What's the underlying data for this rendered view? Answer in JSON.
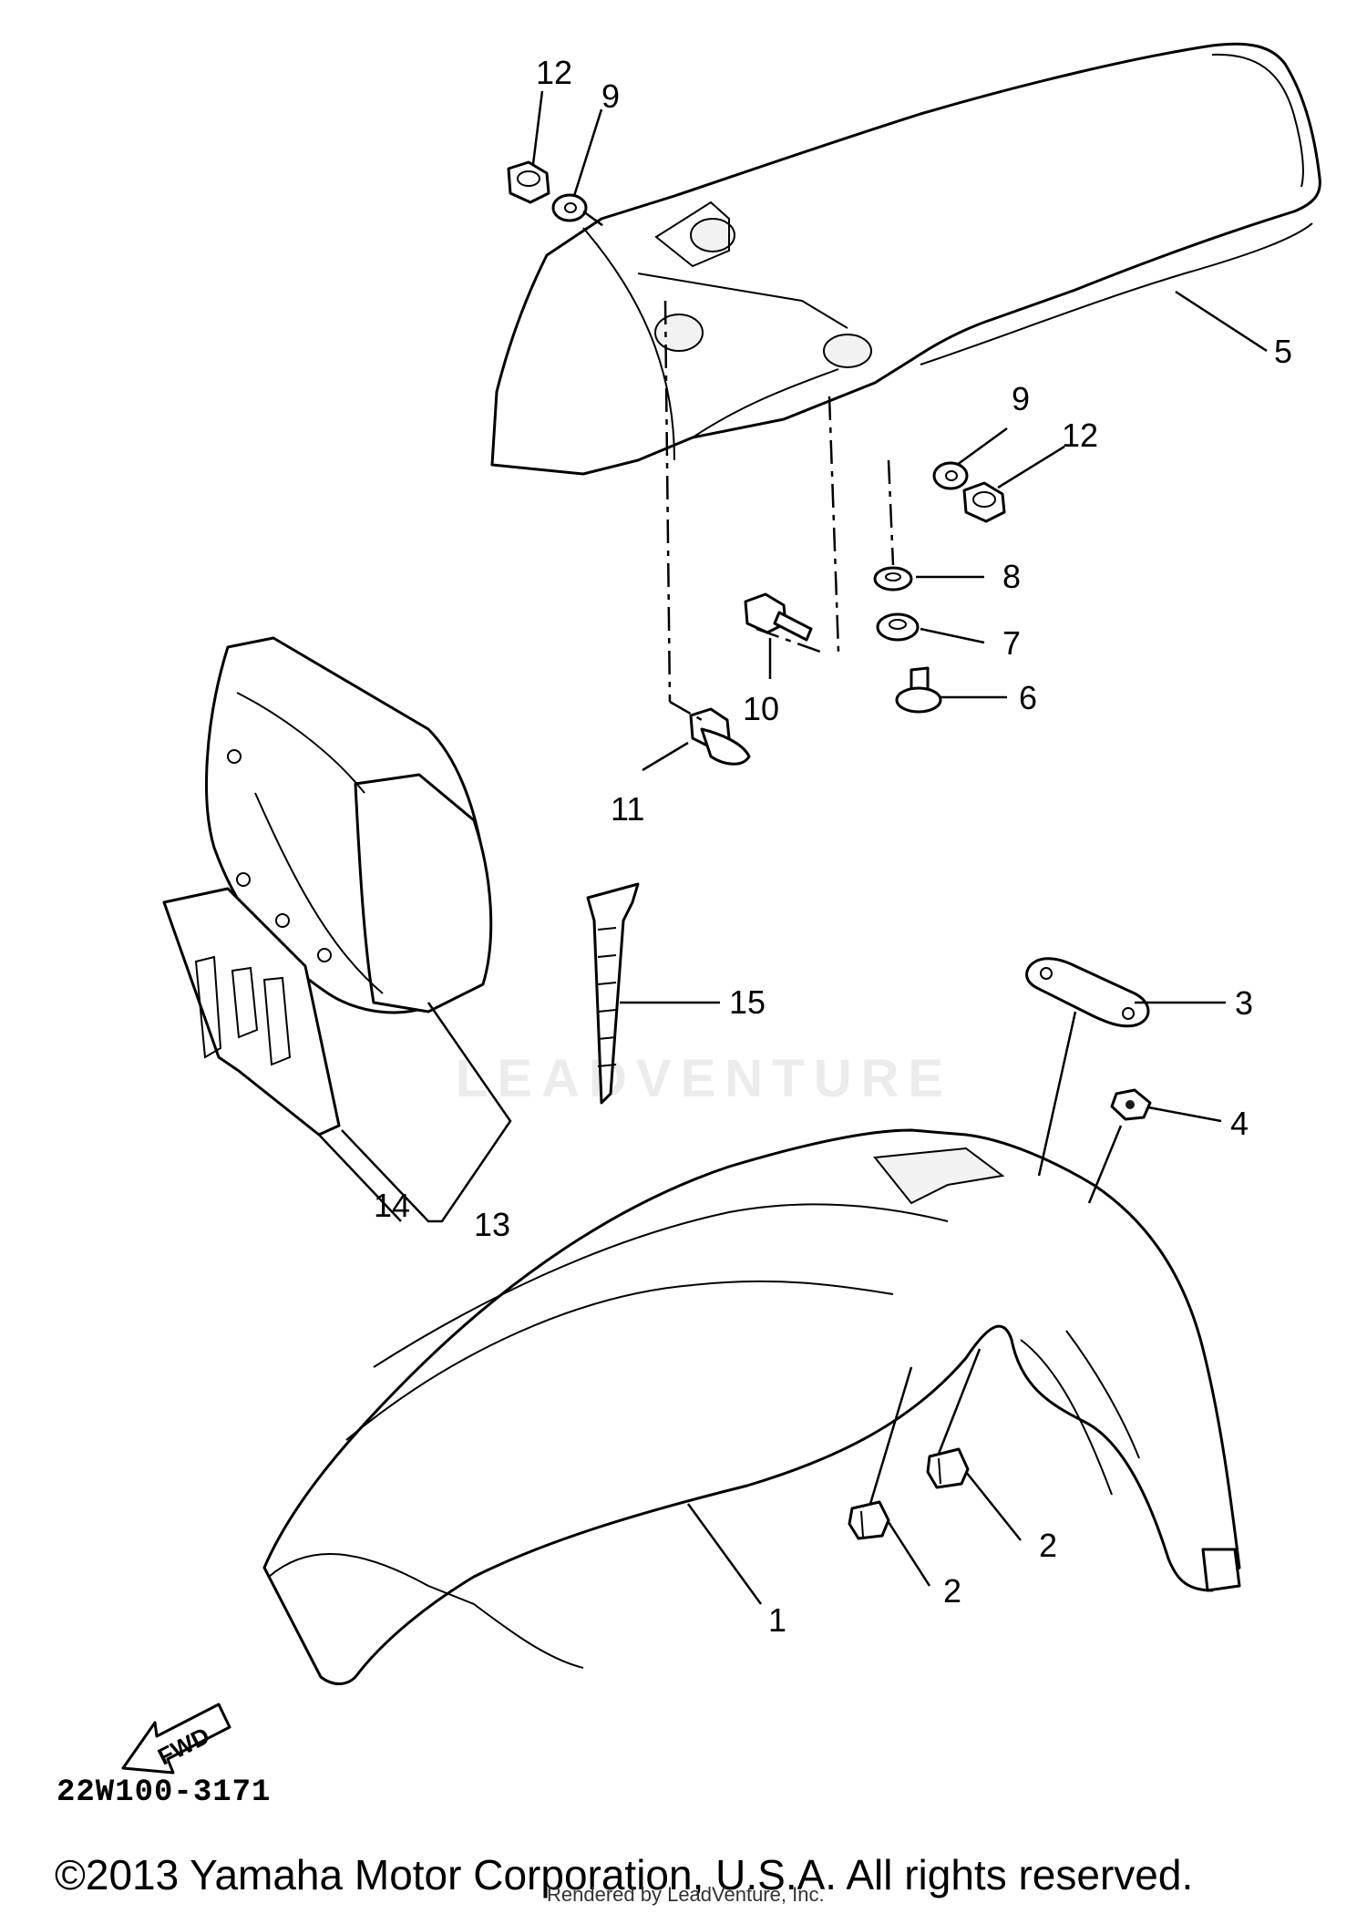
{
  "callouts": {
    "c1": "1",
    "c2a": "2",
    "c2b": "2",
    "c3": "3",
    "c4": "4",
    "c5": "5",
    "c6": "6",
    "c7": "7",
    "c8": "8",
    "c9a": "9",
    "c9b": "9",
    "c10": "10",
    "c11": "11",
    "c12a": "12",
    "c12b": "12",
    "c13": "13",
    "c14": "14",
    "c15": "15"
  },
  "fwd_label": "FWD",
  "diagram_code": "22W100-3171",
  "copyright": "©2013 Yamaha Motor Corporation, U.S.A. All rights reserved.",
  "render_note": "Rendered by LeadVenture, Inc.",
  "watermark": "LEADVENTURE"
}
